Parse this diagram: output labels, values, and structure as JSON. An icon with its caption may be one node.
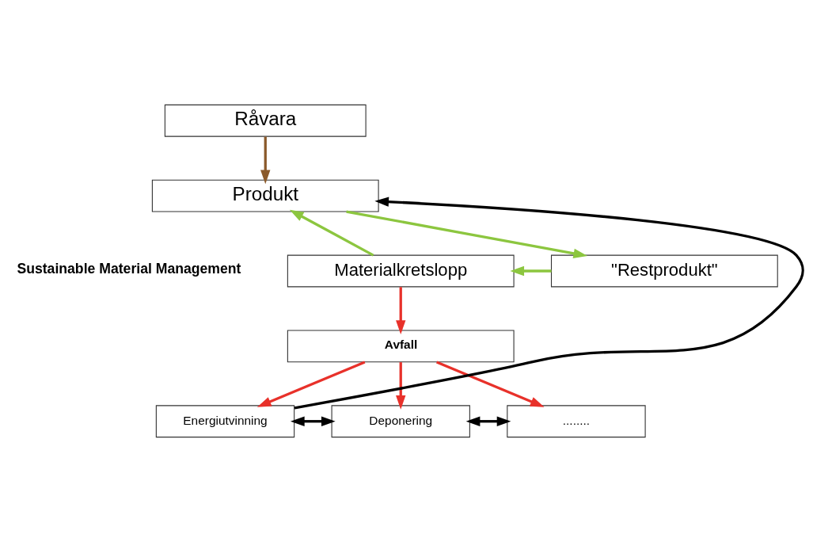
{
  "diagram": {
    "nodes": [
      {
        "text": [
          "Råvara"
        ]
      },
      {
        "text": [
          "Produkt"
        ]
      },
      {
        "text": [
          "Materialkretslopp"
        ]
      },
      {
        "text": [
          "\"Restprodukt\""
        ]
      },
      {
        "text": [
          "Avfall"
        ]
      },
      {
        "text": [
          "Energiutvinning"
        ]
      },
      {
        "text": [
          "Deponering"
        ]
      },
      {
        "text": [
          "........"
        ]
      }
    ],
    "edges": [
      {
        "from": 0,
        "to": 1,
        "arrow": "to",
        "color": "#8b5a2b"
      },
      {
        "from": 1,
        "to": 3,
        "arrow": "to",
        "color": "#8cc63f"
      },
      {
        "from": 3,
        "to": 2,
        "arrow": "to",
        "color": "#8cc63f"
      },
      {
        "from": 2,
        "to": 1,
        "arrow": "to",
        "color": "#8cc63f"
      },
      {
        "from": 2,
        "to": 4,
        "arrow": "to",
        "color": "#e8312a"
      },
      {
        "from": 4,
        "to": 5,
        "arrow": "to",
        "color": "#e8312a"
      },
      {
        "from": 4,
        "to": 6,
        "arrow": "to",
        "color": "#e8312a"
      },
      {
        "from": 4,
        "to": 7,
        "arrow": "to",
        "color": "#e8312a"
      },
      {
        "from": 5,
        "to": 1,
        "arrow": "to",
        "color": "#000000"
      },
      {
        "from": 5,
        "to": 6,
        "arrow": "both",
        "color": "#000000"
      },
      {
        "from": 6,
        "to": 7,
        "arrow": "both",
        "color": "#000000"
      }
    ],
    "labels": [
      "Sustainable Material Management"
    ]
  }
}
